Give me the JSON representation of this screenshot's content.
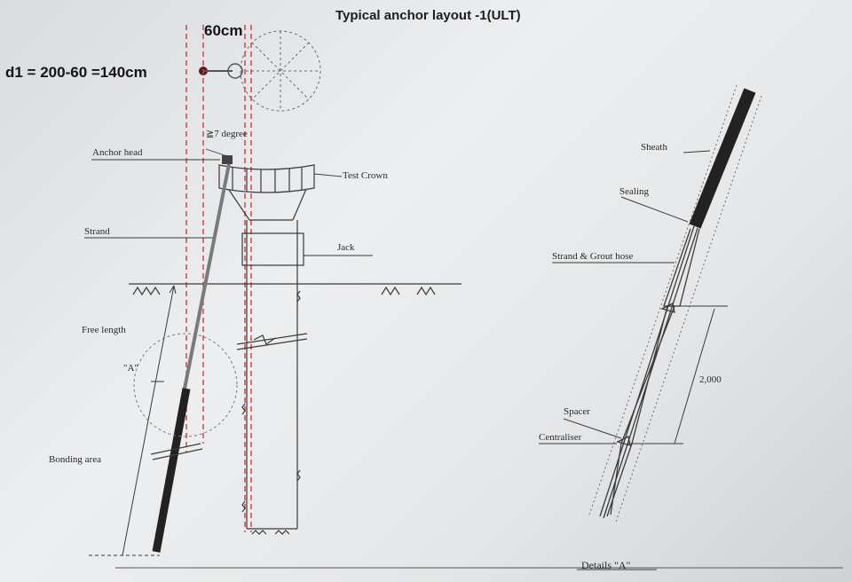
{
  "title": "Typical anchor layout -1(ULT)",
  "annotations": {
    "width_label": "60cm",
    "d1_formula": "d1 = 200-60 =140cm"
  },
  "labels": {
    "angle": "≧7 degree",
    "anchor_head": "Anchor head",
    "test_crown": "Test Crown",
    "strand": "Strand",
    "jack": "Jack",
    "free_length": "Free length",
    "detail_ref": "\"A\"",
    "bonding_area": "Bonding area",
    "sheath": "Sheath",
    "sealing": "Sealing",
    "strand_grout_hose": "Strand & Grout hose",
    "spacing_dim": "2,000",
    "spacer": "Spacer",
    "centraliser": "Centraliser",
    "details_a": "Details \"A\""
  },
  "colors": {
    "guide_red": "#d23a3a",
    "ink": "#3a3a3a",
    "bar": "#222222"
  }
}
